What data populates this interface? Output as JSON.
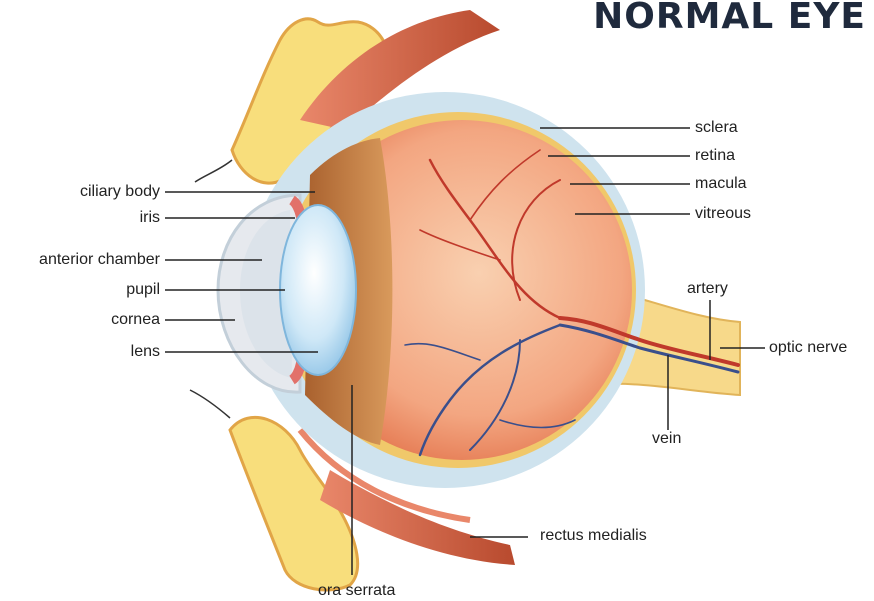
{
  "title": "NORMAL EYE",
  "labels": {
    "sclera": "sclera",
    "retina": "retina",
    "macula": "macula",
    "vitreous": "vitreous",
    "artery": "artery",
    "optic_nerve": "optic nerve",
    "vein": "vein",
    "rectus_medialis": "rectus medialis",
    "ora_serrata": "ora serrata",
    "ciliary_body": "ciliary body",
    "iris": "iris",
    "anterior_chamber": "anterior chamber",
    "pupil": "pupil",
    "cornea": "cornea",
    "lens": "lens"
  },
  "colors": {
    "title": "#1f2a3d",
    "sclera": "#cfe3ee",
    "eyeball": "#f4a98a",
    "retina": "#f29a6e",
    "lens": "#bfe0f5",
    "artery": "#c0392b",
    "vein": "#3a4f8c",
    "nerve": "#f7d98a",
    "muscle": "#c75a3c",
    "fat": "#f7dd7a"
  }
}
